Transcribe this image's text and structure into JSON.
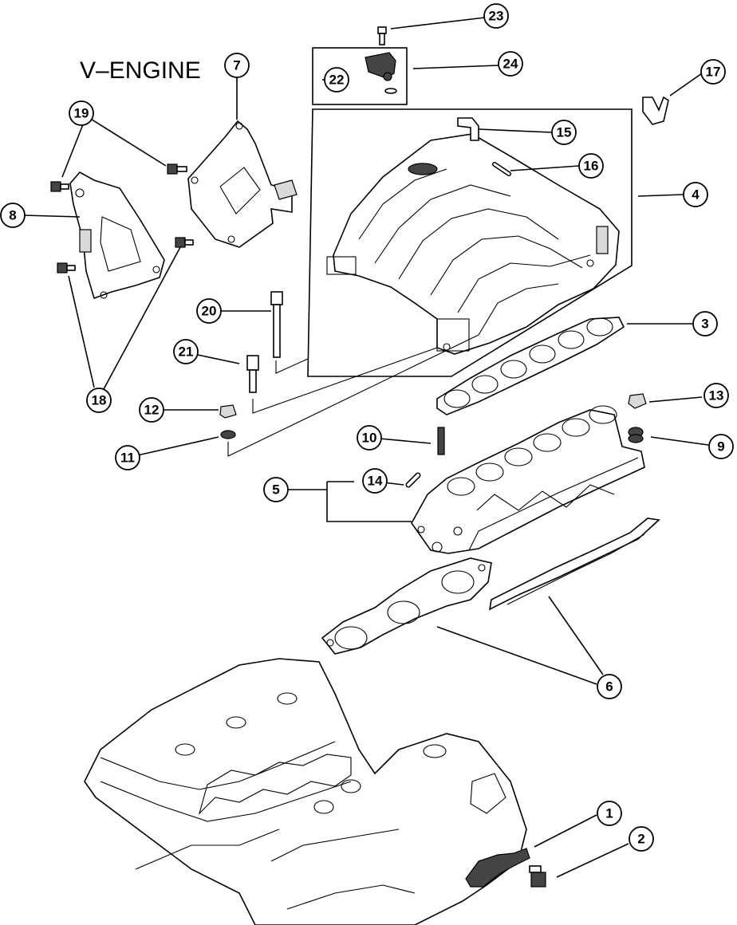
{
  "title": "V–ENGINE",
  "callouts": {
    "c1": "1",
    "c2": "2",
    "c3": "3",
    "c4": "4",
    "c5": "5",
    "c6": "6",
    "c7": "7",
    "c8": "8",
    "c9": "9",
    "c10": "10",
    "c11": "11",
    "c12": "12",
    "c13": "13",
    "c14": "14",
    "c15": "15",
    "c16": "16",
    "c17": "17",
    "c18": "18",
    "c19": "19",
    "c20": "20",
    "c21": "21",
    "c22": "22",
    "c23": "23",
    "c24": "24"
  }
}
